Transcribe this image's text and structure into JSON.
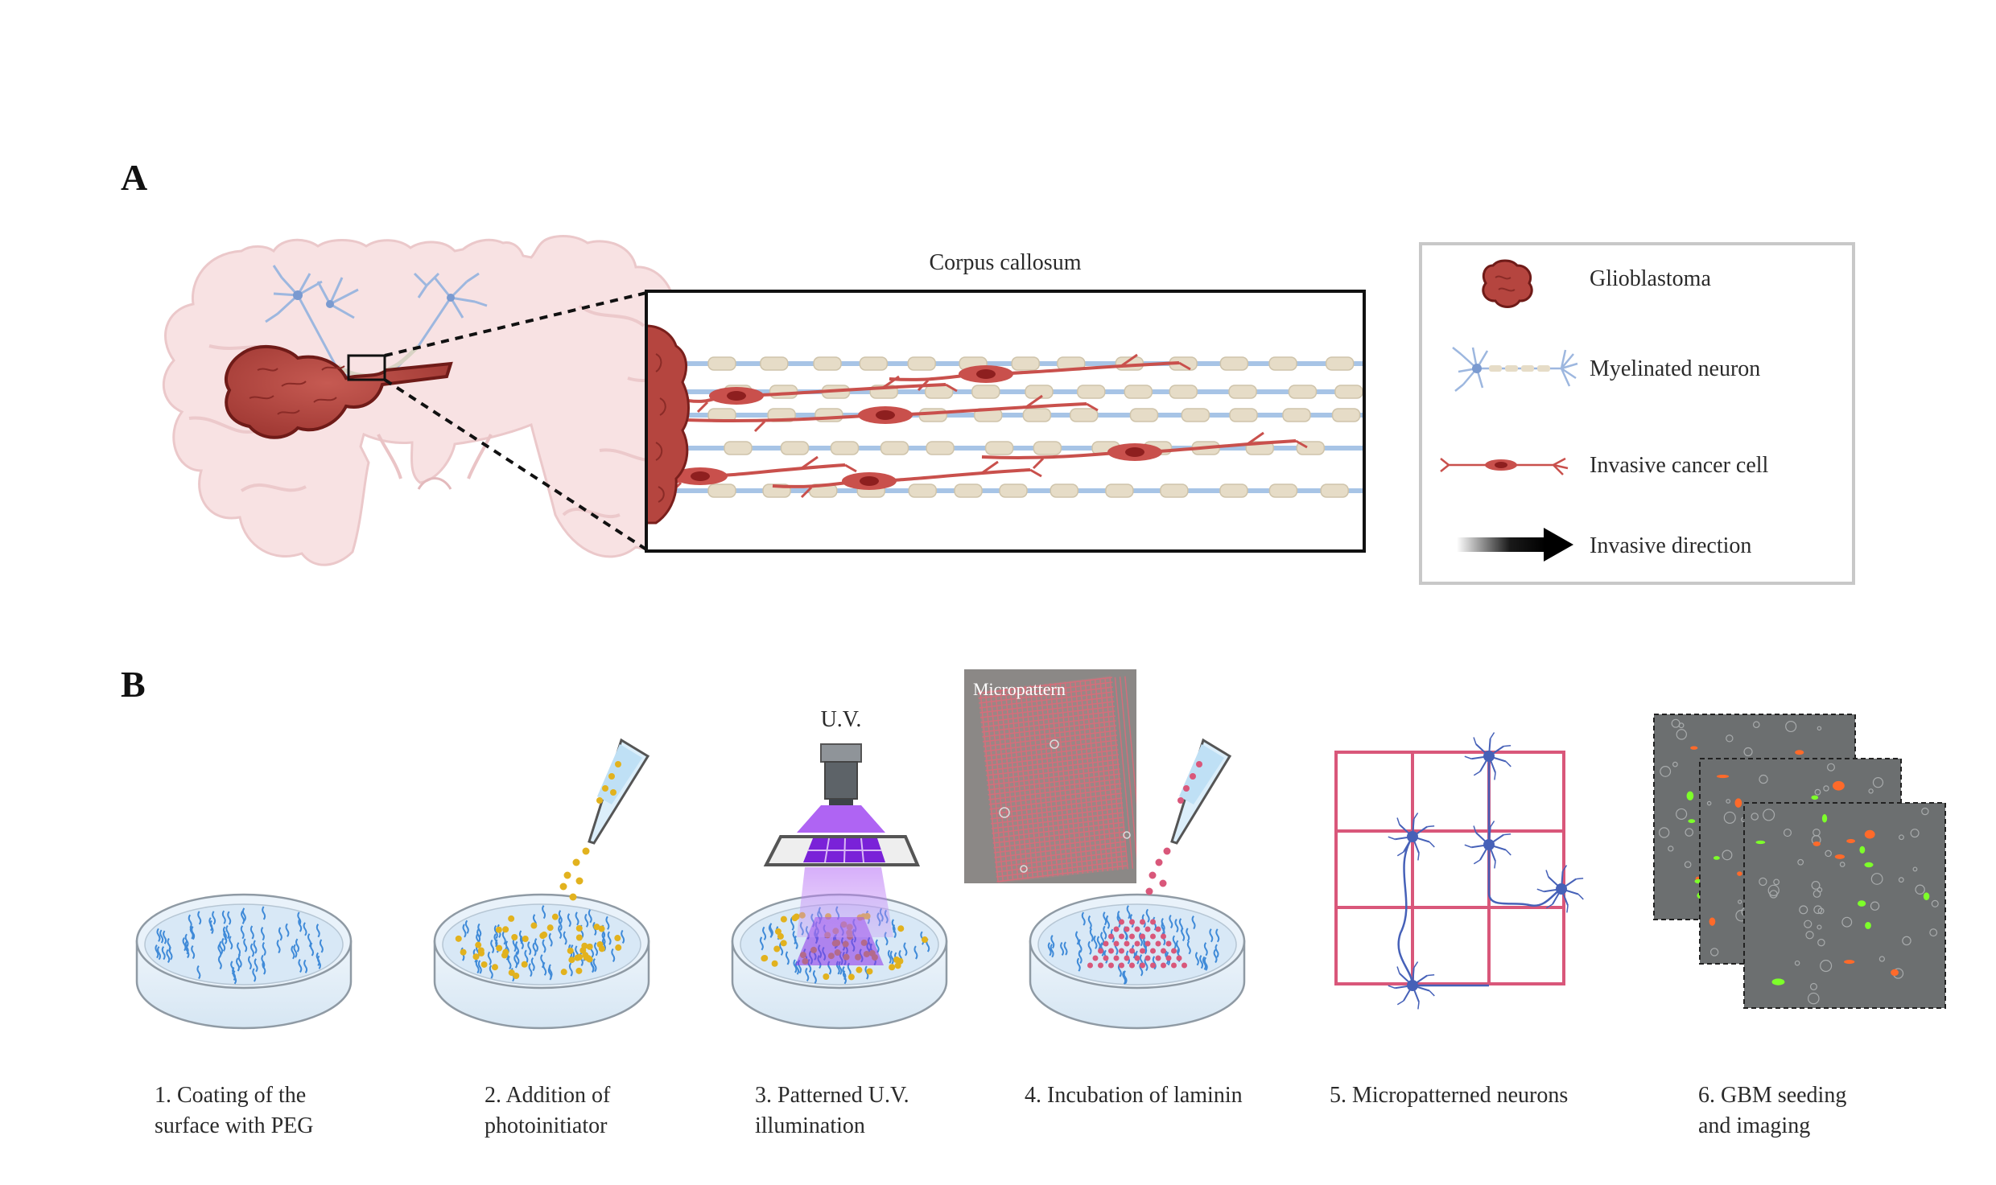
{
  "panels": {
    "a": "A",
    "b": "B"
  },
  "panel_a": {
    "zoom_title": "Corpus callosum",
    "legend": [
      {
        "icon": "glioblastoma-icon",
        "label": "Glioblastoma"
      },
      {
        "icon": "myelinated-neuron-icon",
        "label": "Myelinated neuron"
      },
      {
        "icon": "invasive-cancer-cell-icon",
        "label": "Invasive cancer cell"
      },
      {
        "icon": "invasive-direction-arrow-icon",
        "label": "Invasive direction"
      }
    ]
  },
  "panel_b": {
    "uv_label": "U.V.",
    "micropattern_label": "Micropattern",
    "steps": [
      {
        "line1": "1. Coating of the",
        "line2": "surface with PEG"
      },
      {
        "line1": "2. Addition of",
        "line2": "photoinitiator"
      },
      {
        "line1": "3. Patterned U.V.",
        "line2": "illumination"
      },
      {
        "line1": "4. Incubation of laminin",
        "line2": ""
      },
      {
        "line1": "5. Micropatterned neurons",
        "line2": ""
      },
      {
        "line1": "6. GBM seeding",
        "line2": "and imaging"
      }
    ]
  },
  "colors": {
    "tumor": "#b5453f",
    "tumor_dark": "#7a1f1c",
    "brain": "#f8e1e2",
    "brain_edge": "#e8c4c6",
    "axon": "#a7c4e6",
    "myelin": "#e6dcc7",
    "cell": "#c9504c",
    "peg": "#3f8ad8",
    "photoinitiator": "#e2b21e",
    "uv": "#9b3df0",
    "laminin": "#d9577a",
    "grid": "#d9577a",
    "neuron": "#4661b8",
    "legend_border": "#c8c8c8"
  }
}
